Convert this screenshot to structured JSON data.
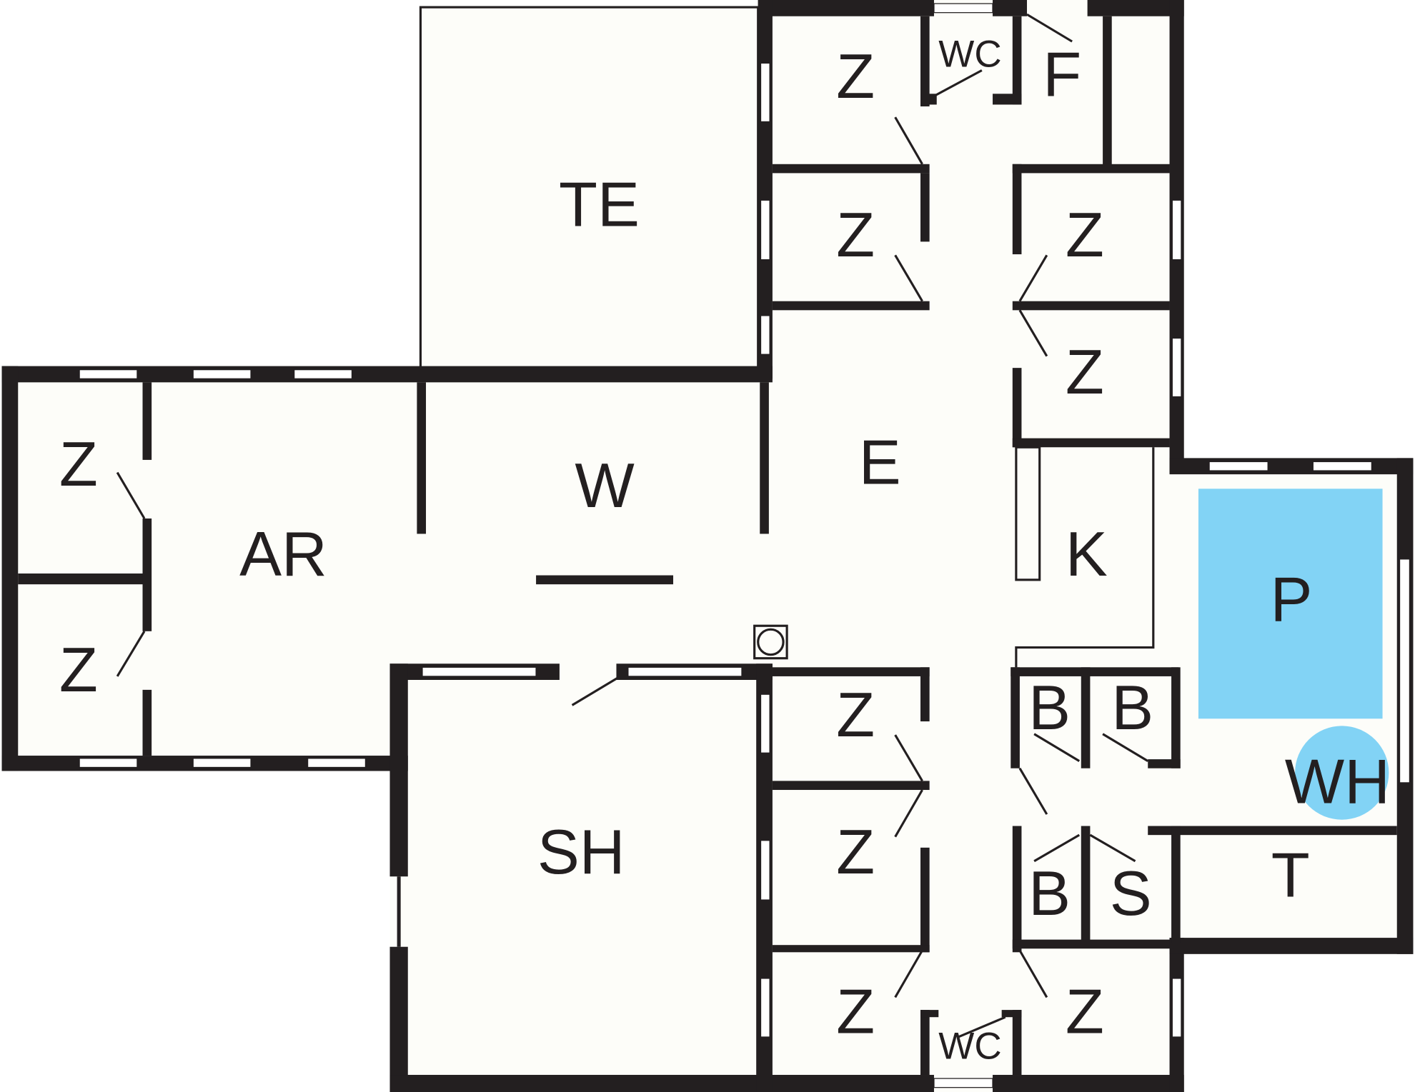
{
  "plan": {
    "colors": {
      "wall": "#231f20",
      "floor": "#fdfdf9",
      "pool": "#82d3f5"
    },
    "rooms": {
      "te": "TE",
      "w": "W",
      "ar": "AR",
      "e": "E",
      "sh": "SH",
      "k": "K",
      "p": "P",
      "wh": "WH",
      "t": "T",
      "f": "F",
      "s": "S",
      "wc_top": "WC",
      "wc_bottom": "WC",
      "b1": "B",
      "b2": "B",
      "b3": "B",
      "z": [
        "Z",
        "Z",
        "Z",
        "Z",
        "Z",
        "Z",
        "Z",
        "Z",
        "Z",
        "Z"
      ]
    }
  }
}
